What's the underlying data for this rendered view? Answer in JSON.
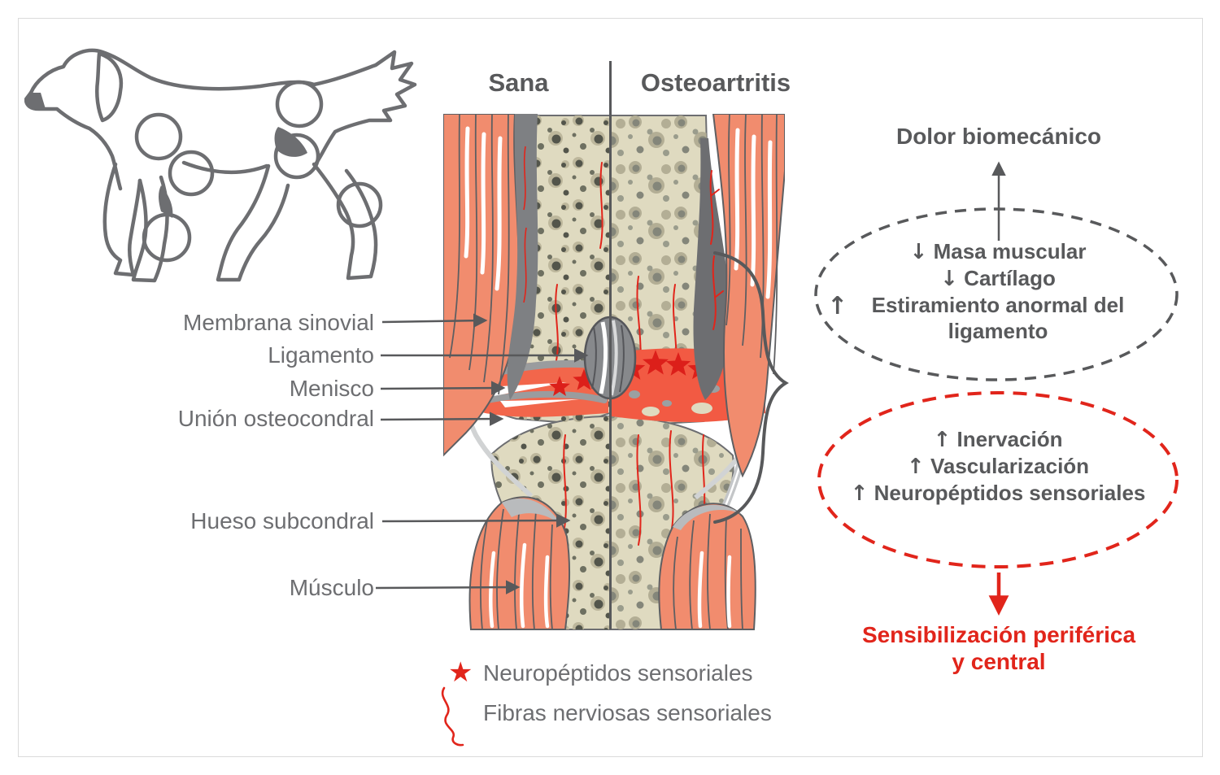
{
  "header": {
    "left": "Sana",
    "right": "Osteoartritis"
  },
  "anatomy": {
    "membrana": "Membrana sinovial",
    "ligamento": "Ligamento",
    "menisco": "Menisco",
    "union": "Unión osteocondral",
    "hueso": "Hueso subcondral",
    "musculo": "Músculo"
  },
  "flow": {
    "dolor": "Dolor biomecánico",
    "gray_ellipse": {
      "line1_arrow": "↓",
      "line1": "Masa muscular",
      "line2_arrow": "↓",
      "line2": "Cartílago",
      "line3_arrow": "↑",
      "line3": "Estiramiento anormal del ligamento"
    },
    "red_ellipse": {
      "line1_arrow": "↑",
      "line1": "Inervación",
      "line2_arrow": "↑",
      "line2": "Vascularización",
      "line3_arrow": "↑",
      "line3": "Neuropéptidos sensoriales"
    },
    "sensibilizacion_line1": "Sensibilización periférica",
    "sensibilizacion_line2": "y central"
  },
  "legend": {
    "star_symbol": "★",
    "item1": "Neuropéptidos sensoriales",
    "item2": "Fibras nerviosas sensoriales"
  },
  "colors": {
    "text_gray": "#58595B",
    "label_gray": "#6D6E71",
    "accent_red": "#E1251B",
    "muscle_salmon": "#F18C6E",
    "bone_beige": "#DFDAC0"
  }
}
